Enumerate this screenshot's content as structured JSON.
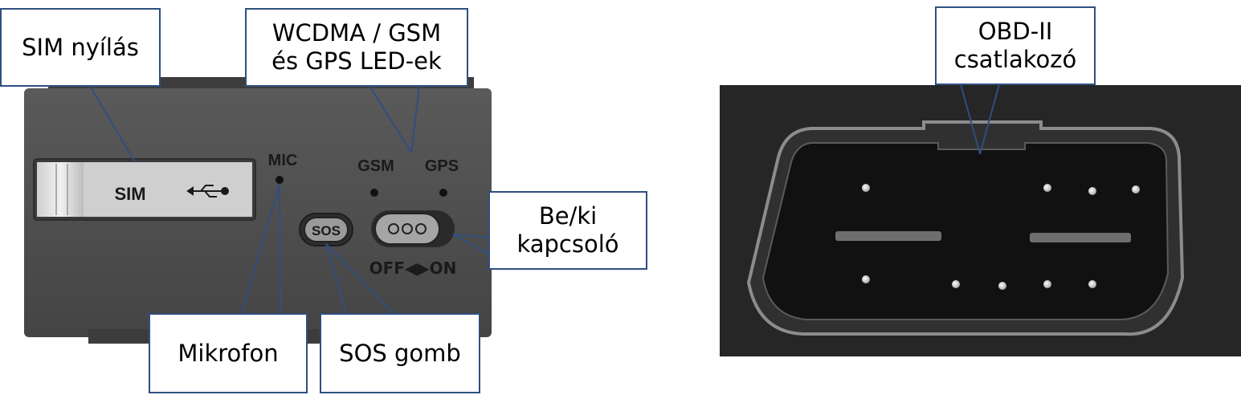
{
  "colors": {
    "callout_border": "#2f4f7f",
    "pointer_line": "#2f4f7f",
    "device_body": "#4a4a4a",
    "device_label": "#1a1a1a",
    "connector_background": "#262626",
    "connector_edge": "#8c8c8c"
  },
  "device": {
    "sim_label": "SIM",
    "mic_label": "MIC",
    "gsm_label": "GSM",
    "gps_label": "GPS",
    "sos_label": "SOS",
    "switch_label": "OFF◀▶ON",
    "usb_icon": "usb-icon"
  },
  "callouts": {
    "sim_slot": "SIM nyílás",
    "leds": "WCDMA / GSM\nés GPS LED-ek",
    "power_switch": "Be/ki\nkapcsoló",
    "microphone": "Mikrofon",
    "sos_button": "SOS gomb",
    "obd_connector": "OBD-II\ncsatlakozó"
  }
}
